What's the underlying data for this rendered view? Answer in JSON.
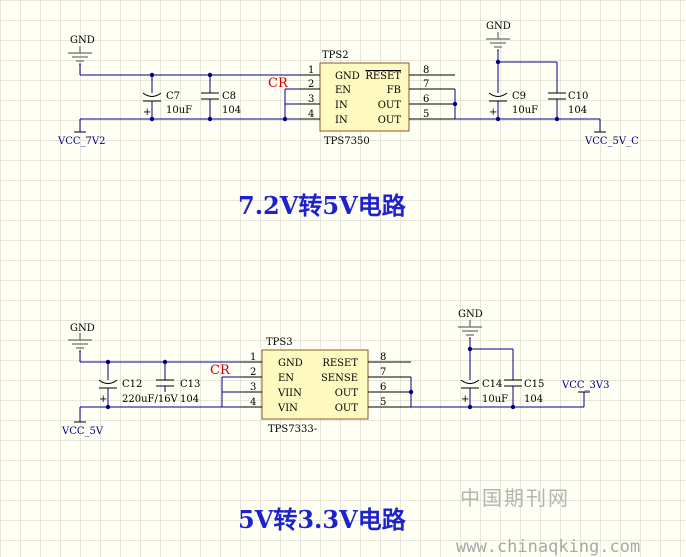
{
  "colors": {
    "wire": "#000088",
    "ic_body": "#fffbc0",
    "title": "#1e22cc",
    "cr_mark": "#cc0000",
    "gnd_symbol": "#6a6a6a"
  },
  "circuit1": {
    "title": "7.2V转5V电路",
    "gnd_left": "GND",
    "gnd_right": "GND",
    "vin_label": "VCC_7V2",
    "vout_label": "VCC_5V_C",
    "cr": "CR",
    "ic": {
      "ref": "TPS2",
      "part": "TPS7350",
      "pin_numbers": [
        "1",
        "2",
        "3",
        "4",
        "8",
        "7",
        "6",
        "5"
      ],
      "left_pins": [
        "GND",
        "EN",
        "IN",
        "IN"
      ],
      "right_pins": [
        "RESET",
        "FB",
        "OUT",
        "OUT"
      ]
    },
    "caps": [
      {
        "ref": "C7",
        "value": "10uF"
      },
      {
        "ref": "C8",
        "value": "104"
      },
      {
        "ref": "C9",
        "value": "10uF"
      },
      {
        "ref": "C10",
        "value": "104"
      }
    ]
  },
  "circuit2": {
    "title": "5V转3.3V电路",
    "gnd_left": "GND",
    "gnd_right": "GND",
    "vin_label": "VCC_5V",
    "vout_label": "VCC_3V3",
    "cr": "CR",
    "ic": {
      "ref": "TPS3",
      "part": "TPS7333-",
      "pin_numbers": [
        "1",
        "2",
        "3",
        "4",
        "8",
        "7",
        "6",
        "5"
      ],
      "left_pins": [
        "GND",
        "EN",
        "VIIN",
        "VIN"
      ],
      "right_pins": [
        "RESET",
        "SENSE",
        "OUT",
        "OUT"
      ]
    },
    "caps": [
      {
        "ref": "C12",
        "value": "220uF/16V"
      },
      {
        "ref": "C13",
        "value": "104"
      },
      {
        "ref": "C14",
        "value": "10uF"
      },
      {
        "ref": "C15",
        "value": "104"
      }
    ]
  },
  "watermark": {
    "cn": "中国期刊网",
    "url": "www.chinaqking.com"
  }
}
